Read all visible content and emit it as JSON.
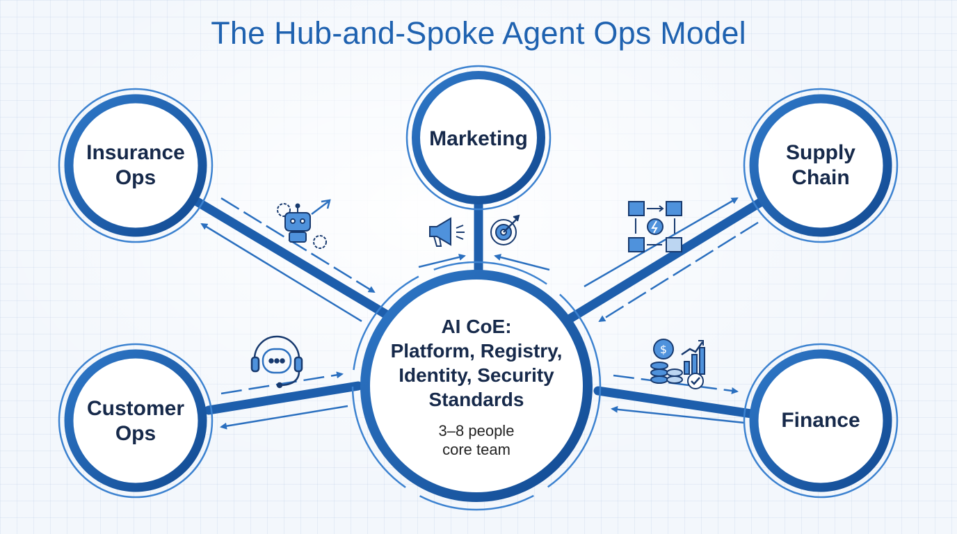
{
  "title": "The Hub-and-Spoke Agent Ops Model",
  "hub": {
    "title_lines": [
      "AI CoE:",
      "Platform, Registry,",
      "Identity, Security",
      "Standards"
    ],
    "sub_lines": [
      "3–8 people",
      "core team"
    ]
  },
  "spokes": [
    {
      "id": "insurance-ops",
      "lines": [
        "Insurance",
        "Ops"
      ],
      "icon": "robot-gears-icon"
    },
    {
      "id": "marketing",
      "lines": [
        "Marketing"
      ],
      "icon": "megaphone-target-icon"
    },
    {
      "id": "supply-chain",
      "lines": [
        "Supply",
        "Chain"
      ],
      "icon": "box-flow-icon"
    },
    {
      "id": "customer-ops",
      "lines": [
        "Customer",
        "Ops"
      ],
      "icon": "headset-chat-icon"
    },
    {
      "id": "finance",
      "lines": [
        "Finance"
      ],
      "icon": "coins-chart-icon"
    }
  ],
  "colors": {
    "primary": "#1f62b0",
    "ring_dark": "#17519a",
    "ring_light": "#3c82d0",
    "text": "#16294a"
  }
}
